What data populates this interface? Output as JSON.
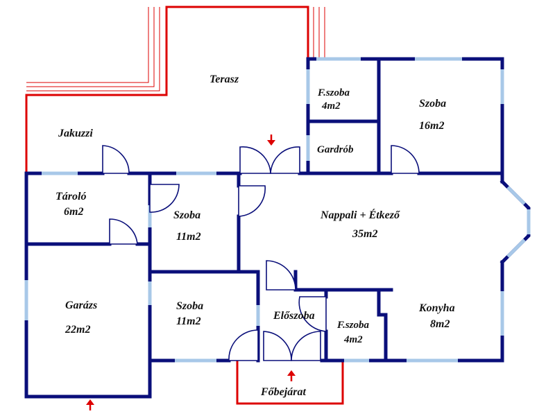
{
  "colors": {
    "wall": "#0a0f7a",
    "window": "#a8c8e8",
    "terrace_outline": "#dd0000",
    "entrance_arrow": "#dd0000"
  },
  "rooms": {
    "terasz": {
      "name": "Terasz"
    },
    "jakuzzi": {
      "name": "Jakuzzi"
    },
    "fszoba_top": {
      "name": "F.szoba",
      "area": "4m2"
    },
    "szoba_16": {
      "name": "Szoba",
      "area": "16m2"
    },
    "gardrob": {
      "name": "Gardrób"
    },
    "tarolo": {
      "name": "Tároló",
      "area": "6m2"
    },
    "szoba_11a": {
      "name": "Szoba",
      "area": "11m2"
    },
    "nappali": {
      "name": "Nappali + Étkező",
      "area": "35m2"
    },
    "garazs": {
      "name": "Garázs",
      "area": "22m2"
    },
    "szoba_11b": {
      "name": "Szoba",
      "area": "11m2"
    },
    "eloszoba": {
      "name": "Előszoba"
    },
    "fszoba_bottom": {
      "name": "F.szoba",
      "area": "4m2"
    },
    "konyha": {
      "name": "Konyha",
      "area": "8m2"
    }
  },
  "entrance": {
    "label": "Főbejárat"
  },
  "icons": [
    "entrance-arrow-icon",
    "terrace-door-arrow-icon",
    "garage-arrow-icon",
    "door-swing-icon"
  ]
}
